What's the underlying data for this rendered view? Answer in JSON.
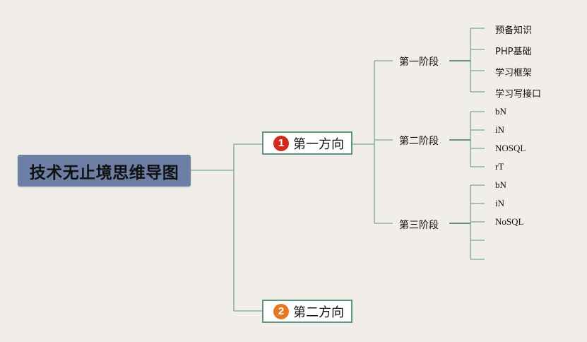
{
  "root": {
    "title": "技术无止境思维导图"
  },
  "branches": [
    {
      "badge": "1",
      "label": "第一方向"
    },
    {
      "badge": "2",
      "label": "第二方向"
    }
  ],
  "stages": [
    {
      "label": "第一阶段",
      "items": [
        "预备知识",
        "PHP基础",
        "学习框架",
        "学习写接口"
      ]
    },
    {
      "label": "第二阶段",
      "items": [
        "bN",
        "iN",
        "NOSQL",
        "rT"
      ]
    },
    {
      "label": "第三阶段",
      "items": [
        "bN",
        "iN",
        "NoSQL",
        "",
        ""
      ]
    }
  ],
  "colors": {
    "background": "#f1ede8",
    "root_fill": "#6e7fa5",
    "connector": "#5e9483",
    "badge_1": "#d32a1f",
    "badge_2": "#e57822"
  }
}
